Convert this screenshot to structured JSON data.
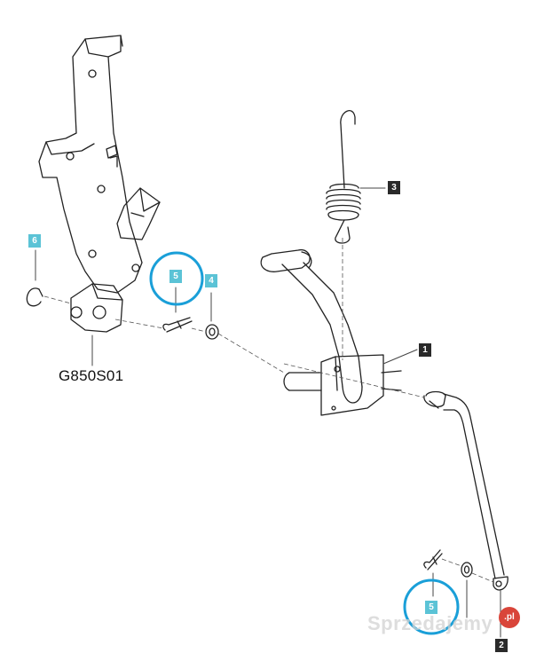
{
  "diagram": {
    "part_code": "G850S01",
    "callouts": [
      {
        "id": "c1",
        "label": "1"
      },
      {
        "id": "c2",
        "label": "2"
      },
      {
        "id": "c3",
        "label": "3"
      },
      {
        "id": "c4",
        "label": "4"
      },
      {
        "id": "c5a",
        "label": "5"
      },
      {
        "id": "c5b",
        "label": "5"
      },
      {
        "id": "c6",
        "label": "6"
      }
    ],
    "highlight_color": "#1a9fd8",
    "callout_light_color": "#5bc3d6",
    "callout_dark_color": "#2a2a2a"
  },
  "watermark": {
    "text": "Sprzedajemy",
    "badge": ".pl"
  }
}
